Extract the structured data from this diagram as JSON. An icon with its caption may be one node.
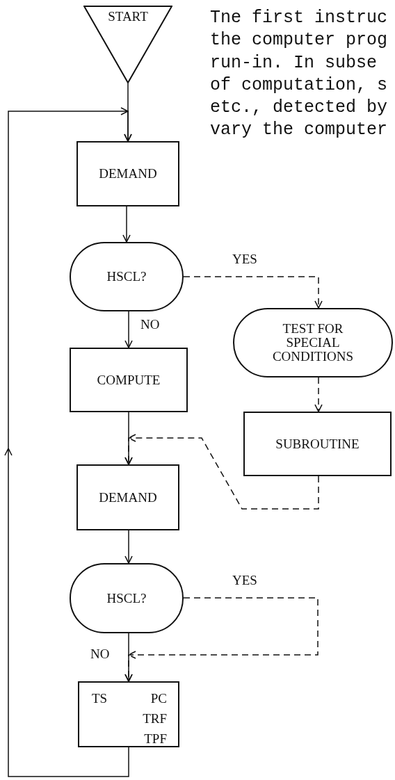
{
  "diagram": {
    "nodes": [
      {
        "text": [
          "START"
        ]
      },
      {
        "text": [
          "DEMAND"
        ]
      },
      {
        "text": [
          "HSCL?"
        ]
      },
      {
        "text": [
          "TEST FOR SPECIAL CONDITIONS"
        ]
      },
      {
        "text": [
          "COMPUTE"
        ]
      },
      {
        "text": [
          "SUBROUTINE"
        ]
      },
      {
        "text": [
          "DEMAND"
        ]
      },
      {
        "text": [
          "HSCL?"
        ]
      },
      {
        "text": [
          "TS",
          "PC TRF TPF"
        ]
      }
    ],
    "edges": [
      {
        "from": 0,
        "to": 1,
        "arrow": "to"
      },
      {
        "from": 1,
        "to": 2,
        "arrow": "to"
      },
      {
        "from": 2,
        "to": 3,
        "arrow": "to",
        "label": "YES",
        "style": "dashed"
      },
      {
        "from": 2,
        "to": 4,
        "arrow": "to",
        "label": "NO"
      },
      {
        "from": 3,
        "to": 5,
        "arrow": "to",
        "style": "dashed"
      },
      {
        "from": 4,
        "to": 6,
        "arrow": "to"
      },
      {
        "from": 5,
        "to": 6,
        "arrow": "to",
        "style": "dashed"
      },
      {
        "from": 6,
        "to": 7,
        "arrow": "to"
      },
      {
        "from": 7,
        "to": 8,
        "arrow": "to",
        "label": "NO"
      },
      {
        "from": 7,
        "to": 8,
        "arrow": "to",
        "label": "YES",
        "style": "dashed"
      },
      {
        "from": 8,
        "to": 1,
        "arrow": "to"
      }
    ],
    "labels": [
      "Tne first instruc the computer prog run-in. In subse of computation, s etc., detected by vary the computer"
    ]
  }
}
